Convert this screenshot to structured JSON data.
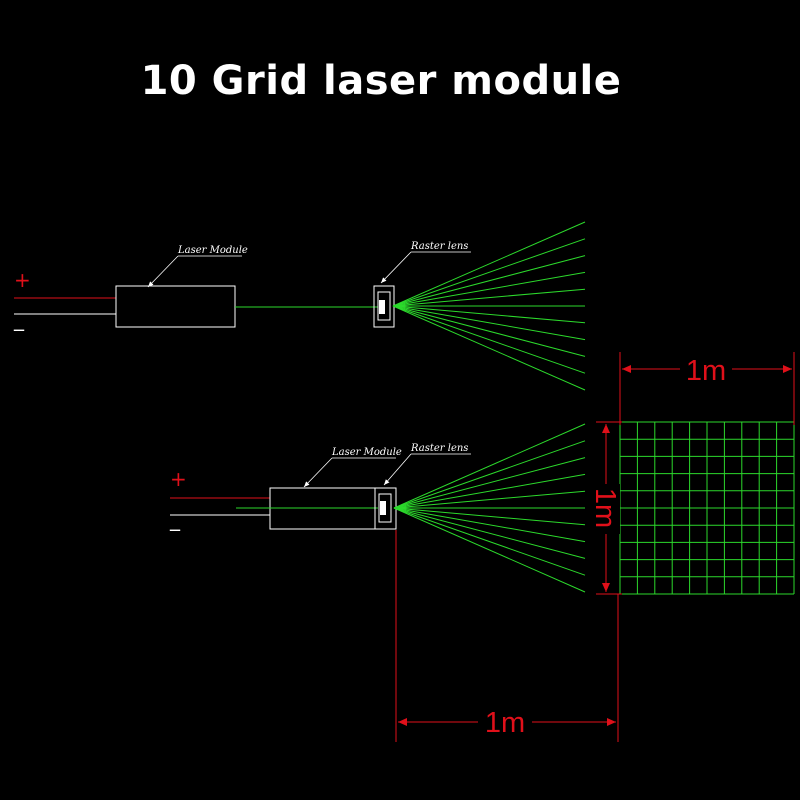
{
  "title": "10 Grid laser module",
  "labels": {
    "laser_module": "Laser Module",
    "raster_lens": "Raster lens",
    "plus": "+",
    "minus": "_",
    "dim_width": "1m",
    "dim_height": "1m",
    "dim_distance": "1m"
  },
  "grid": {
    "columns": 10,
    "rows": 10
  },
  "colors": {
    "background": "#000000",
    "laser": "#2cd92c",
    "dimension": "#e0101a",
    "outline": "#ffffff",
    "wire_positive": "#e0101a"
  }
}
